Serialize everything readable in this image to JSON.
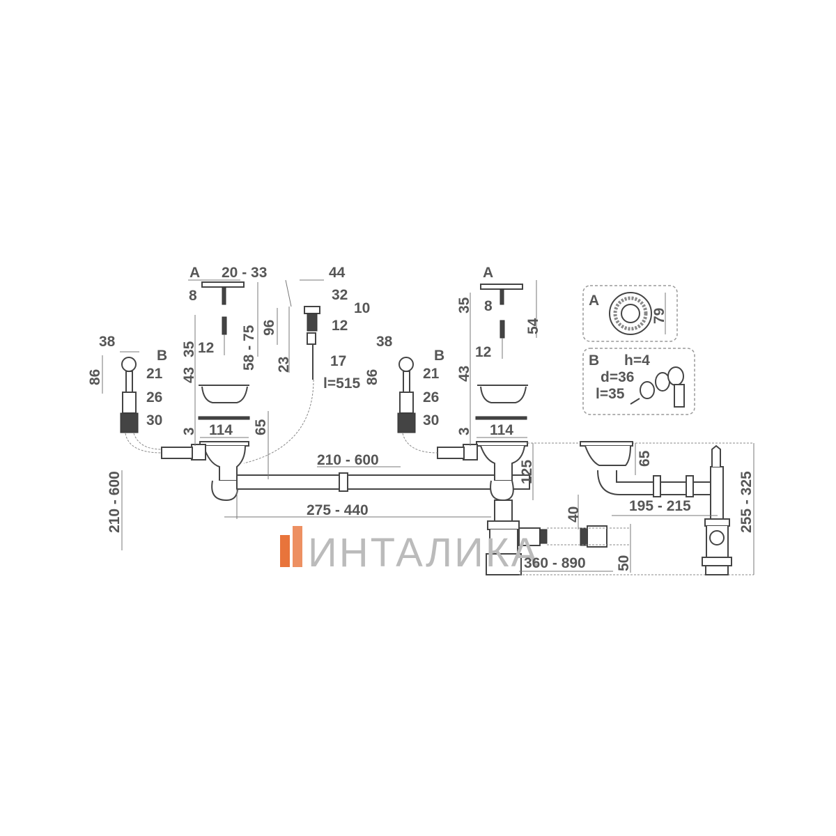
{
  "title": "Double sink siphon technical drawing",
  "logo": {
    "text": "ИНТАЛИКА",
    "accent_color": "#e8743b"
  },
  "left_assembly": {
    "A": "A",
    "a_range": "20 - 33",
    "d44": "44",
    "d8": "8",
    "d32": "32",
    "d10": "10",
    "d35": "35",
    "d96": "96",
    "d12_button": "12",
    "d12_stem": "12",
    "d58_75": "58 - 75",
    "d43": "43",
    "d23": "23",
    "d17": "17",
    "l515": "l=515",
    "d38": "38",
    "B": "B",
    "d86": "86",
    "d21": "21",
    "d26": "26",
    "d30": "30",
    "d3": "3",
    "d114": "114",
    "d65": "65",
    "hose": "210 - 600",
    "hose_vertical": "210 - 600",
    "d275_440": "275 - 440",
    "d125": "125"
  },
  "right_assembly": {
    "A": "A",
    "d35": "35",
    "d8": "8",
    "d54": "54",
    "d12": "12",
    "d38": "38",
    "B": "B",
    "d86": "86",
    "d21": "21",
    "d26": "26",
    "d30": "30",
    "d43": "43",
    "d3": "3",
    "d114": "114",
    "d40": "40",
    "d360_890": "360 - 890",
    "d50": "50"
  },
  "side_view": {
    "d65": "65",
    "d195_215": "195 - 215",
    "d255_325": "255 - 325"
  },
  "detail_a": {
    "label": "A",
    "d79": "79"
  },
  "detail_b": {
    "label": "B",
    "h": "h=4",
    "d": "d=36",
    "l": "l=35"
  }
}
